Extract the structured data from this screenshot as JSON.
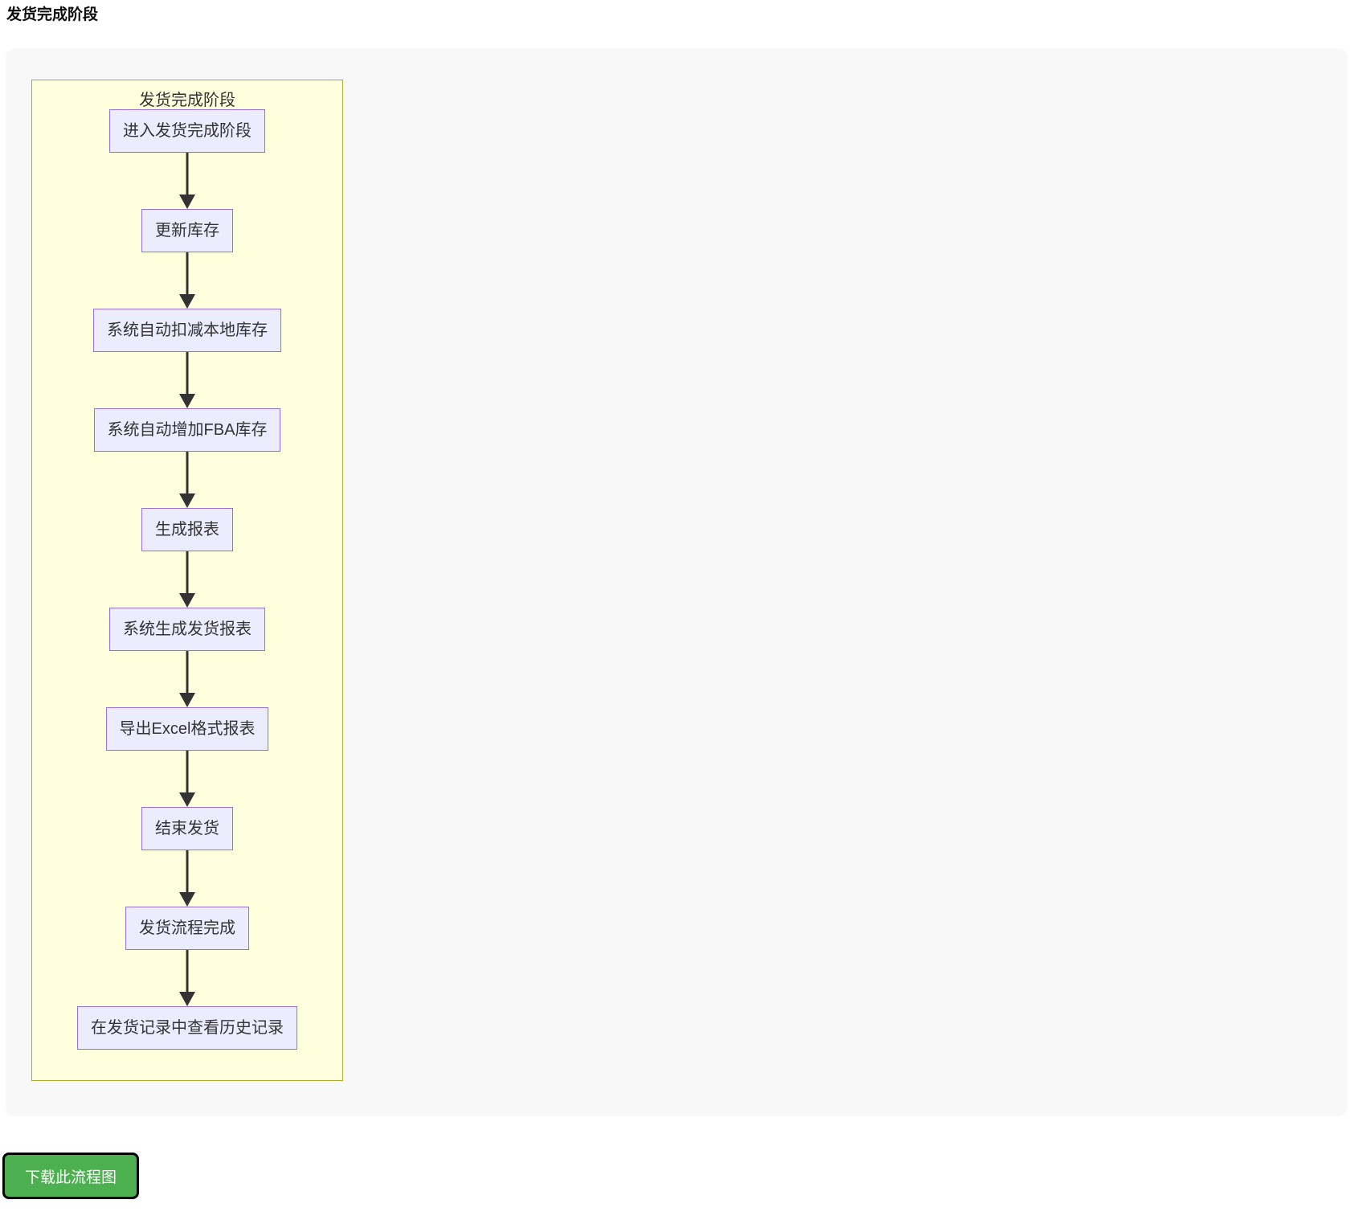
{
  "page": {
    "title": "发货完成阶段"
  },
  "diagram": {
    "cluster_title": "发货完成阶段",
    "nodes": [
      "进入发货完成阶段",
      "更新库存",
      "系统自动扣减本地库存",
      "系统自动增加FBA库存",
      "生成报表",
      "系统生成发货报表",
      "导出Excel格式报表",
      "结束发货",
      "发货流程完成",
      "在发货记录中查看历史记录"
    ],
    "colors": {
      "node_fill": "#ECECFF",
      "node_border": "#9370DB",
      "cluster_fill": "#FFFFDE",
      "cluster_border": "#AAAA33",
      "arrow": "#333333",
      "text": "#333333",
      "panel_background": "#F8F8F8"
    }
  },
  "footer": {
    "download_button_label": "下载此流程图",
    "download_button_color": "#4CAF50"
  }
}
